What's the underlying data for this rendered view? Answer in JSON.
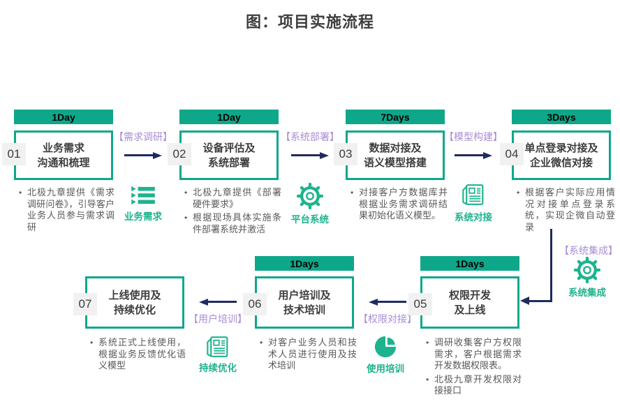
{
  "page_title": "图：项目实施流程",
  "steps": [
    {
      "num": "01",
      "duration": "1Day",
      "title_line1": "业务需求",
      "title_line2": "沟通和梳理",
      "bullets": [
        "北极九章提供《需求调研问卷》，引导客户业务人员参与需求调研"
      ]
    },
    {
      "num": "02",
      "duration": "1Day",
      "title_line1": "设备评估及",
      "title_line2": "系统部署",
      "bullets": [
        "北极九章提供《部署硬件要求》",
        "根据现场具体实施条件部署系统并激活"
      ]
    },
    {
      "num": "03",
      "duration": "7Days",
      "title_line1": "数据对接及",
      "title_line2": "语义模型搭建",
      "bullets": [
        "对接客户方数据库并根据业务需求调研结果初始化语义模型。"
      ]
    },
    {
      "num": "04",
      "duration": "3Days",
      "title_line1": "单点登录对接及",
      "title_line2": "企业微信对接",
      "bullets": [
        "根据客户实际应用情况对接单点登录系统，实现企微自动登录"
      ]
    },
    {
      "num": "05",
      "duration": "1Days",
      "title_line1": "权限开发",
      "title_line2": "及上线",
      "bullets": [
        "调研收集客户方权限需求，客户根据需求开发数据权限表。",
        "北极九章开发权限对接接口"
      ]
    },
    {
      "num": "06",
      "duration": "1Days",
      "title_line1": "用户培训及",
      "title_line2": "技术培训",
      "bullets": [
        "对客户业务人员和技术人员进行使用及技术培训"
      ]
    },
    {
      "num": "07",
      "title_line1": "上线使用及",
      "title_line2": "持续优化",
      "bullets": [
        "系统正式上线使用，根据业务反馈优化语义模型"
      ]
    }
  ],
  "connectors": [
    {
      "phase_label": "【需求调研】",
      "icon": "list-icon",
      "icon_label": "业务需求"
    },
    {
      "phase_label": "【系统部署】",
      "icon": "gear-icon",
      "icon_label": "平台系统"
    },
    {
      "phase_label": "【模型构建】",
      "icon": "newspaper-icon",
      "icon_label": "系统对接"
    },
    {
      "phase_label": "【系统集成】",
      "icon": "gear-icon",
      "icon_label": "系统集成"
    },
    {
      "phase_label": "【权限对接】",
      "icon": "pie-chart-icon",
      "icon_label": "使用培训"
    },
    {
      "phase_label": "【用户培训】",
      "icon": "newspaper-icon",
      "icon_label": "持续优化"
    }
  ],
  "colors": {
    "teal": "#0fa78a",
    "icon_teal": "#1db38e",
    "purple": "#a78dd6",
    "arrow_navy": "#1f2a60",
    "title_text": "#3d3d3d",
    "body_text": "#595959",
    "number_bg": "#f1f1f1"
  }
}
